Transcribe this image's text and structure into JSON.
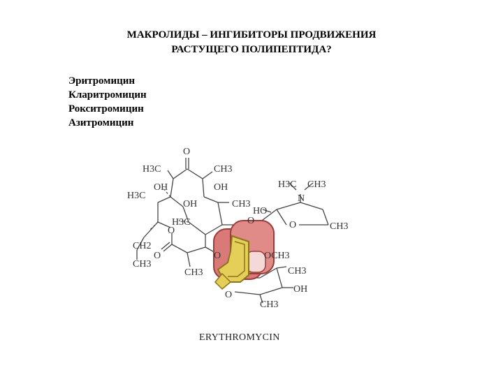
{
  "title": {
    "line1": "МАКРОЛИДЫ – ИНГИБИТОРЫ ПРОДВИЖЕНИЯ",
    "line2": "РАСТУЩЕГО ПОЛИПЕПТИДА?"
  },
  "drugs": [
    "Эритромицин",
    "Кларитромицин",
    "Рокситромицин",
    "Азитромицин"
  ],
  "structure": {
    "labels": {
      "carbonyl_o": "O",
      "h3c_left": "H3C",
      "ch3_top": "CH3",
      "oh_1": "OH",
      "oh_2": "OH",
      "h3c_mid": "H3C",
      "oh_3": "OH",
      "ch3_right": "CH3",
      "h3c_n": "H3C",
      "ch3_n": "CH3",
      "n": "N",
      "ho": "HO",
      "o_sugar_link": "O",
      "o_ring": "O",
      "ch3_sugar": "CH3",
      "h3c_lower": "H3C",
      "o_lactone": "O",
      "ch2": "CH2",
      "ch3_ethyl": "CH3",
      "o_keto": "O",
      "o_cladinose_link": "O",
      "och3": "OCH3",
      "ch3_bottom": "CH3",
      "ch3_cladinose": "CH3",
      "oh_cladinose": "OH",
      "o_cladinose_ring": "O",
      "ch3_cladinose_bottom": "CH3"
    },
    "caption": "ERYTHROMYCIN"
  },
  "colors": {
    "ribosome_fill": "#d97a78",
    "ribosome_stroke": "#9a3c3a",
    "band_fill": "#e6cf58",
    "band_stroke": "#8a7420"
  }
}
